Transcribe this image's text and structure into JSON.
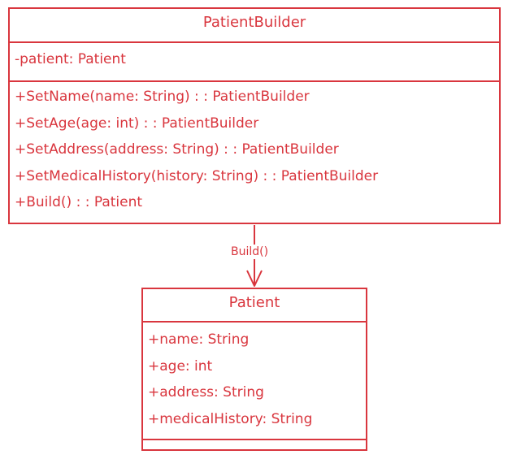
{
  "builder_class": {
    "name": "PatientBuilder",
    "attributes": [
      "-patient: Patient"
    ],
    "methods": [
      "+SetName(name: String) : : PatientBuilder",
      "+SetAge(age: int) : : PatientBuilder",
      "+SetAddress(address: String) : : PatientBuilder",
      "+SetMedicalHistory(history: String) : : PatientBuilder",
      "+Build() : : Patient"
    ]
  },
  "product_class": {
    "name": "Patient",
    "attributes": [
      "+name: String",
      "+age: int",
      "+address: String",
      "+medicalHistory: String"
    ],
    "methods": []
  },
  "relation": {
    "label": "Build()"
  },
  "colors": {
    "stroke": "#d9363e",
    "background": "#ffffff"
  }
}
